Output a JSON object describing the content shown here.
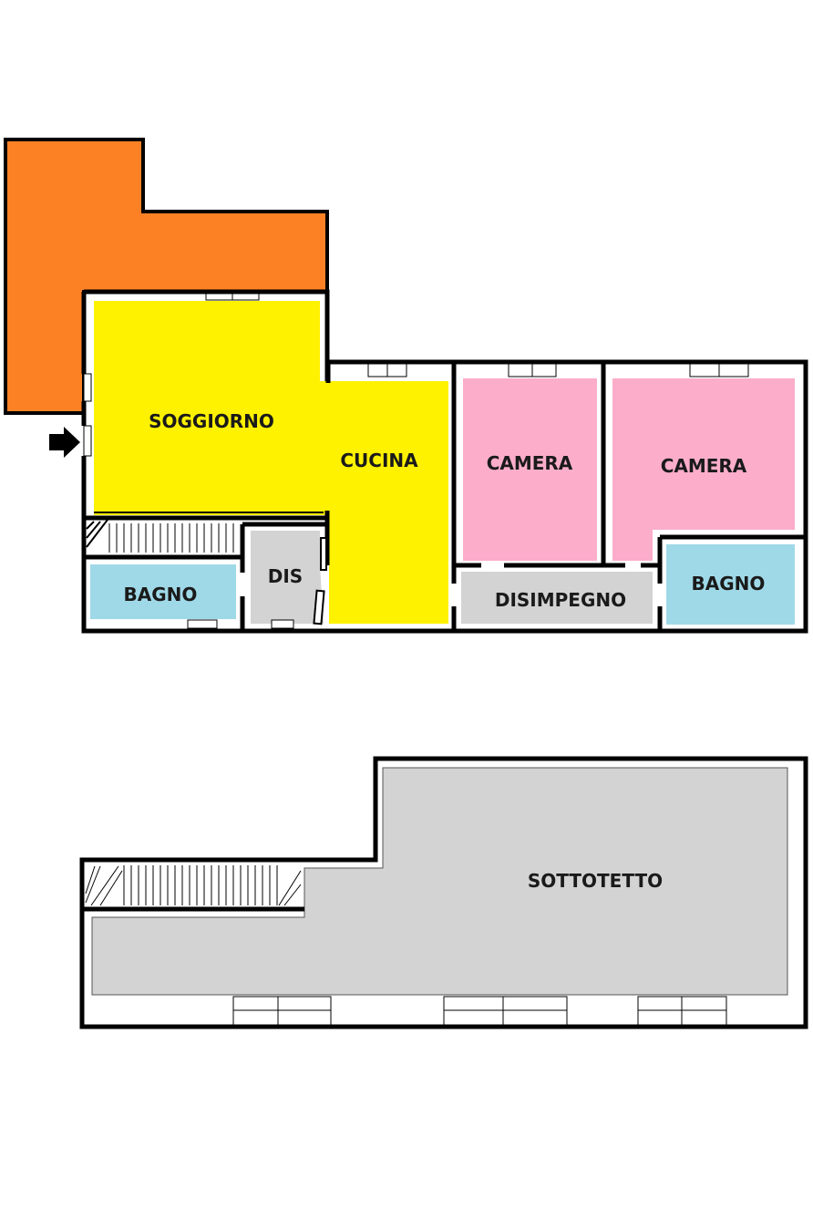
{
  "colors": {
    "terrace": "#fc8125",
    "living": "#fff200",
    "bedroom": "#fbadca",
    "bathroom": "#9fd9e8",
    "service": "#d3d3d3",
    "wall": "#000000"
  },
  "ground_floor": {
    "rooms": {
      "soggiorno": "SOGGIORNO",
      "cucina": "CUCINA",
      "camera_1": "CAMERA",
      "camera_2": "CAMERA",
      "bagno_1": "BAGNO",
      "bagno_2": "BAGNO",
      "dis": "DIS",
      "disimpegno": "DISIMPEGNO"
    },
    "entrance_icon": "arrow-right-icon"
  },
  "attic_floor": {
    "rooms": {
      "sottotetto": "SOTTOTETTO"
    }
  }
}
